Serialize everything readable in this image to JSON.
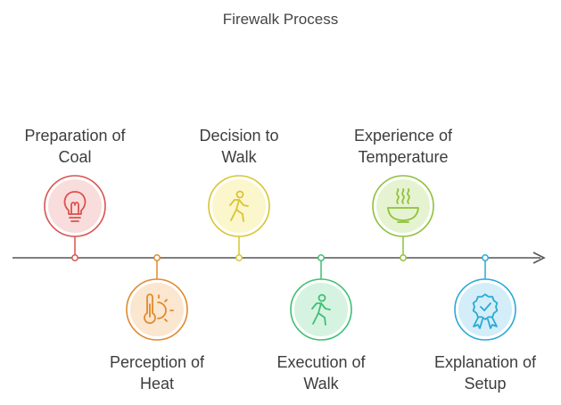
{
  "title": "Firewalk Process",
  "steps": [
    {
      "line1": "Preparation of",
      "line2": "Coal",
      "icon": "lightbulb-icon",
      "color": "#d9534f",
      "fill": "#f9dcdc"
    },
    {
      "line1": "Perception of",
      "line2": "Heat",
      "icon": "thermometer-sun-icon",
      "color": "#e08a2e",
      "fill": "#fbe6cf"
    },
    {
      "line1": "Decision to",
      "line2": "Walk",
      "icon": "walking-person-icon",
      "color": "#d9c530",
      "fill": "#fbf6cc"
    },
    {
      "line1": "Execution of",
      "line2": "Walk",
      "icon": "walking-person-icon",
      "color": "#3fbf73",
      "fill": "#d6f3e1"
    },
    {
      "line1": "Experience of",
      "line2": "Temperature",
      "icon": "hot-bowl-icon",
      "color": "#8fc13a",
      "fill": "#e6f3d1"
    },
    {
      "line1": "Explanation of",
      "line2": "Setup",
      "icon": "badge-check-icon",
      "color": "#2aa9d6",
      "fill": "#d3eef8"
    }
  ]
}
